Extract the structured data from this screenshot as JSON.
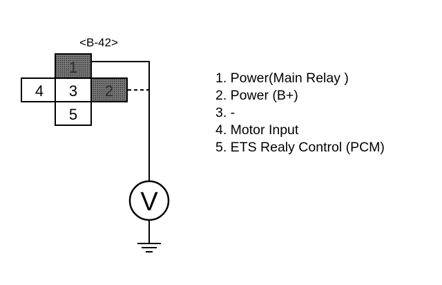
{
  "connector": {
    "name": "<B-42>",
    "pins": [
      {
        "number": "1",
        "shaded": true
      },
      {
        "number": "2",
        "shaded": true
      },
      {
        "number": "3",
        "shaded": false
      },
      {
        "number": "4",
        "shaded": false
      },
      {
        "number": "5",
        "shaded": false
      }
    ]
  },
  "meter": {
    "symbol": "V"
  },
  "legend": {
    "items": [
      "1. Power(Main Relay )",
      "2. Power (B+)",
      "3. -",
      "4. Motor Input",
      "5. ETS Realy Control (PCM)"
    ]
  },
  "colors": {
    "line": "#000000",
    "shade": "#555555",
    "background": "#ffffff"
  }
}
